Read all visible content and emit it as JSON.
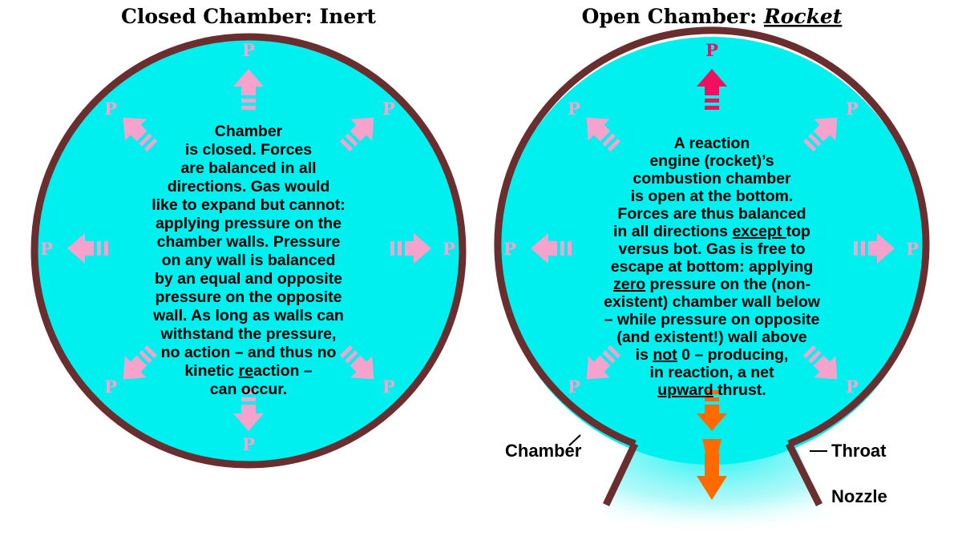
{
  "titles": {
    "left_prefix": "Closed Chamber: ",
    "left_term": "Inert",
    "right_prefix": "Open Chamber: ",
    "right_term": "Rocket"
  },
  "pressure_label": "P",
  "left_text": {
    "l1": "Chamber",
    "l2": "is closed. Forces",
    "l3": "are balanced in all",
    "l4": "directions. Gas would",
    "l5": "like to expand but cannot:",
    "l6": "applying pressure on the",
    "l7": "chamber walls. Pressure",
    "l8": "on any wall is balanced",
    "l9": "by an equal and opposite",
    "l10": "pressure on the opposite",
    "l11": "wall. As long as walls can",
    "l12": "withstand the pressure,",
    "l13": "no action – and thus no",
    "l14_a": "kinetic ",
    "l14_b": "re",
    "l14_c": "action –",
    "l15": "can occur."
  },
  "right_text": {
    "l1": "A reaction",
    "l2": "engine (rocket)’s",
    "l3": "combustion chamber",
    "l4": "is open at the bottom.",
    "l5": "Forces are thus balanced",
    "l6_a": "in all directions ",
    "l6_b": "except ",
    "l6_c": "top",
    "l7": "versus bot. Gas is free to",
    "l8": "escape at bottom: applying",
    "l9_a": "zero",
    "l9_b": " pressure on the (non-",
    "l10": "existent) chamber wall below",
    "l11": "– while pressure on opposite",
    "l12": "(and existent!) wall above",
    "l13_a": "is ",
    "l13_b": "not",
    "l13_c": " 0 – producing,",
    "l14": "in reaction, a net",
    "l15_a": "upward",
    "l15_b": " thrust."
  },
  "labels": {
    "chamber": "Chamber",
    "throat": "Throat",
    "nozzle": "Nozzle"
  },
  "colors": {
    "chamber_fill": "#00f0f0",
    "wall": "#6b2e2e",
    "arrow_pink": "#f5a3cc",
    "arrow_top": "#f0105e",
    "arrow_exhaust": "#ff6a00"
  }
}
